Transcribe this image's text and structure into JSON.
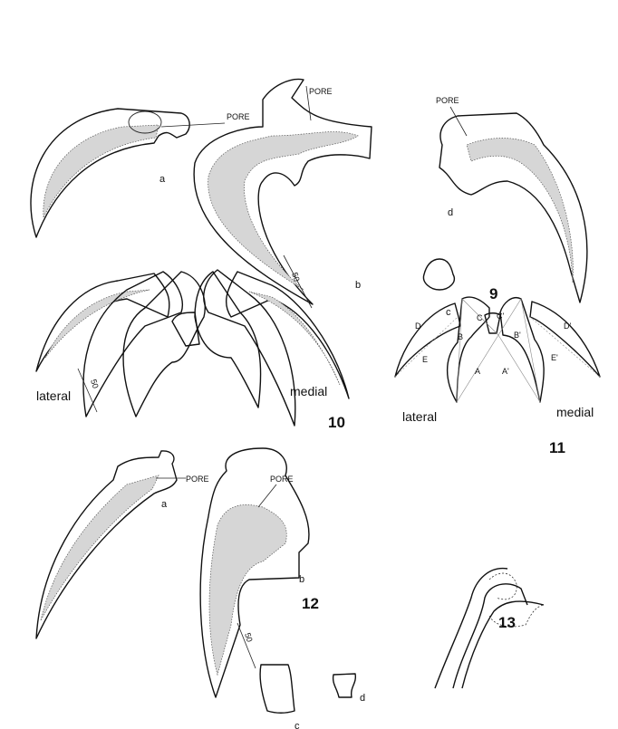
{
  "figure9": {
    "number": "9",
    "pore_label_a": "PORE",
    "pore_label_b": "PORE",
    "pore_label_d": "PORE",
    "part_a": "a",
    "part_b": "b",
    "part_c": "c",
    "part_d": "d",
    "scale": "50"
  },
  "figure10": {
    "number": "10",
    "lateral": "lateral",
    "medial": "medial",
    "scale": "50"
  },
  "figure11": {
    "number": "11",
    "lateral": "lateral",
    "medial": "medial",
    "points": [
      "A",
      "B",
      "C",
      "D",
      "E",
      "A'",
      "B'",
      "C'",
      "D'",
      "E'"
    ]
  },
  "figure12": {
    "number": "12",
    "pore_label_a": "PORE",
    "pore_label_b": "PORE",
    "part_a": "a",
    "part_b": "b",
    "part_c": "c",
    "part_d": "d",
    "scale": "50"
  },
  "figure13": {
    "number": "13"
  }
}
